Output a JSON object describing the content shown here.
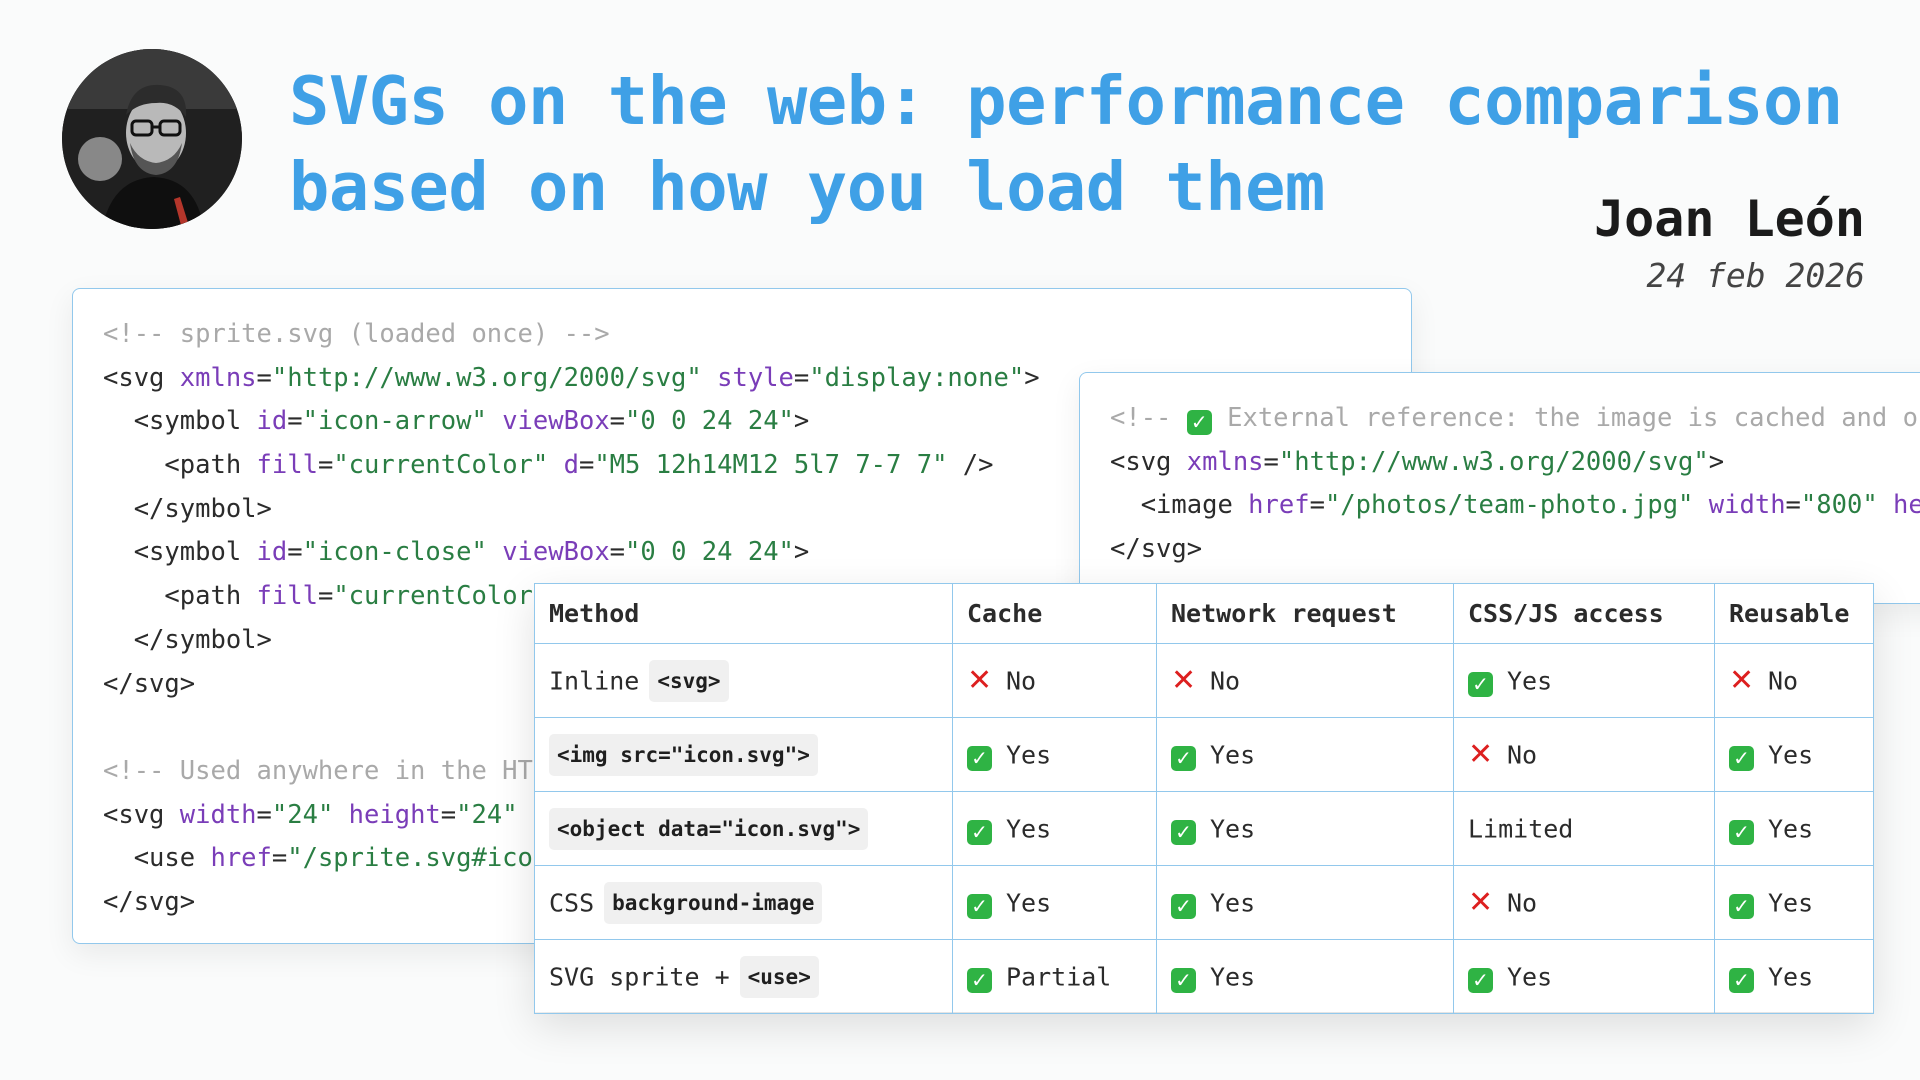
{
  "header": {
    "title_line1": "SVGs on the web: performance comparison",
    "title_line2": "based on how you load them",
    "author": "Joan León",
    "date": "24 feb 2026"
  },
  "code_sprite": {
    "lines": [
      [
        {
          "t": "c",
          "v": "<!-- sprite.svg (loaded once) -->"
        }
      ],
      [
        {
          "t": "g",
          "v": "<svg "
        },
        {
          "t": "a",
          "v": "xmlns"
        },
        {
          "t": "g",
          "v": "="
        },
        {
          "t": "s",
          "v": "\"http://www.w3.org/2000/svg\""
        },
        {
          "t": "g",
          "v": " "
        },
        {
          "t": "a",
          "v": "style"
        },
        {
          "t": "g",
          "v": "="
        },
        {
          "t": "s",
          "v": "\"display:none\""
        },
        {
          "t": "g",
          "v": ">"
        }
      ],
      [
        {
          "t": "g",
          "v": "  <symbol "
        },
        {
          "t": "a",
          "v": "id"
        },
        {
          "t": "g",
          "v": "="
        },
        {
          "t": "s",
          "v": "\"icon-arrow\""
        },
        {
          "t": "g",
          "v": " "
        },
        {
          "t": "a",
          "v": "viewBox"
        },
        {
          "t": "g",
          "v": "="
        },
        {
          "t": "s",
          "v": "\"0 0 24 24\""
        },
        {
          "t": "g",
          "v": ">"
        }
      ],
      [
        {
          "t": "g",
          "v": "    <path "
        },
        {
          "t": "a",
          "v": "fill"
        },
        {
          "t": "g",
          "v": "="
        },
        {
          "t": "s",
          "v": "\"currentColor\""
        },
        {
          "t": "g",
          "v": " "
        },
        {
          "t": "a",
          "v": "d"
        },
        {
          "t": "g",
          "v": "="
        },
        {
          "t": "s",
          "v": "\"M5 12h14M12 5l7 7-7 7\""
        },
        {
          "t": "g",
          "v": " />"
        }
      ],
      [
        {
          "t": "g",
          "v": "  </symbol>"
        }
      ],
      [
        {
          "t": "g",
          "v": "  <symbol "
        },
        {
          "t": "a",
          "v": "id"
        },
        {
          "t": "g",
          "v": "="
        },
        {
          "t": "s",
          "v": "\"icon-close\""
        },
        {
          "t": "g",
          "v": " "
        },
        {
          "t": "a",
          "v": "viewBox"
        },
        {
          "t": "g",
          "v": "="
        },
        {
          "t": "s",
          "v": "\"0 0 24 24\""
        },
        {
          "t": "g",
          "v": ">"
        }
      ],
      [
        {
          "t": "g",
          "v": "    <path "
        },
        {
          "t": "a",
          "v": "fill"
        },
        {
          "t": "g",
          "v": "="
        },
        {
          "t": "s",
          "v": "\"currentColor"
        }
      ],
      [
        {
          "t": "g",
          "v": "  </symbol>"
        }
      ],
      [
        {
          "t": "g",
          "v": "</svg>"
        }
      ],
      [
        {
          "t": "g",
          "v": ""
        }
      ],
      [
        {
          "t": "c",
          "v": "<!-- Used anywhere in the HTI"
        }
      ],
      [
        {
          "t": "g",
          "v": "<svg "
        },
        {
          "t": "a",
          "v": "width"
        },
        {
          "t": "g",
          "v": "="
        },
        {
          "t": "s",
          "v": "\"24\""
        },
        {
          "t": "g",
          "v": " "
        },
        {
          "t": "a",
          "v": "height"
        },
        {
          "t": "g",
          "v": "="
        },
        {
          "t": "s",
          "v": "\"24\""
        },
        {
          "t": "g",
          "v": " a"
        }
      ],
      [
        {
          "t": "g",
          "v": "  <use "
        },
        {
          "t": "a",
          "v": "href"
        },
        {
          "t": "g",
          "v": "="
        },
        {
          "t": "s",
          "v": "\"/sprite.svg#icon"
        }
      ],
      [
        {
          "t": "g",
          "v": "</svg>"
        }
      ]
    ]
  },
  "code_external": {
    "lines": [
      [
        {
          "t": "c",
          "v": "<!-- "
        },
        {
          "t": "chk",
          "v": ""
        },
        {
          "t": "c",
          "v": " External reference: the image is cached and op"
        }
      ],
      [
        {
          "t": "g",
          "v": "<svg "
        },
        {
          "t": "a",
          "v": "xmlns"
        },
        {
          "t": "g",
          "v": "="
        },
        {
          "t": "s",
          "v": "\"http://www.w3.org/2000/svg\""
        },
        {
          "t": "g",
          "v": ">"
        }
      ],
      [
        {
          "t": "g",
          "v": "  <image "
        },
        {
          "t": "a",
          "v": "href"
        },
        {
          "t": "g",
          "v": "="
        },
        {
          "t": "s",
          "v": "\"/photos/team-photo.jpg\""
        },
        {
          "t": "g",
          "v": " "
        },
        {
          "t": "a",
          "v": "width"
        },
        {
          "t": "g",
          "v": "="
        },
        {
          "t": "s",
          "v": "\"800\""
        },
        {
          "t": "g",
          "v": " "
        },
        {
          "t": "a",
          "v": "he"
        }
      ],
      [
        {
          "t": "g",
          "v": "</svg>"
        }
      ]
    ]
  },
  "table": {
    "headers": [
      "Method",
      "Cache",
      "Network request",
      "CSS/JS access",
      "Reusable"
    ],
    "rows": [
      {
        "method_text": "Inline",
        "method_code": "<svg>",
        "cells": [
          {
            "icon": "cross",
            "text": "No"
          },
          {
            "icon": "cross",
            "text": "No"
          },
          {
            "icon": "check",
            "text": "Yes"
          },
          {
            "icon": "cross",
            "text": "No"
          }
        ]
      },
      {
        "method_text": "",
        "method_code": "<img src=\"icon.svg\">",
        "cells": [
          {
            "icon": "check",
            "text": "Yes"
          },
          {
            "icon": "check",
            "text": "Yes"
          },
          {
            "icon": "cross",
            "text": "No"
          },
          {
            "icon": "check",
            "text": "Yes"
          }
        ]
      },
      {
        "method_text": "",
        "method_code": "<object data=\"icon.svg\">",
        "cells": [
          {
            "icon": "check",
            "text": "Yes"
          },
          {
            "icon": "check",
            "text": "Yes"
          },
          {
            "icon": "",
            "text": "Limited"
          },
          {
            "icon": "check",
            "text": "Yes"
          }
        ]
      },
      {
        "method_text": "CSS",
        "method_code": "background-image",
        "cells": [
          {
            "icon": "check",
            "text": "Yes"
          },
          {
            "icon": "check",
            "text": "Yes"
          },
          {
            "icon": "cross",
            "text": "No"
          },
          {
            "icon": "check",
            "text": "Yes"
          }
        ]
      },
      {
        "method_text": "SVG sprite +",
        "method_code": "<use>",
        "cells": [
          {
            "icon": "check",
            "text": "Partial"
          },
          {
            "icon": "check",
            "text": "Yes"
          },
          {
            "icon": "check",
            "text": "Yes"
          },
          {
            "icon": "check",
            "text": "Yes"
          }
        ]
      }
    ]
  },
  "colors": {
    "title": "#3fa0e6",
    "border": "#92c8ec",
    "check": "#2fb344",
    "cross": "#dd1f1f"
  }
}
